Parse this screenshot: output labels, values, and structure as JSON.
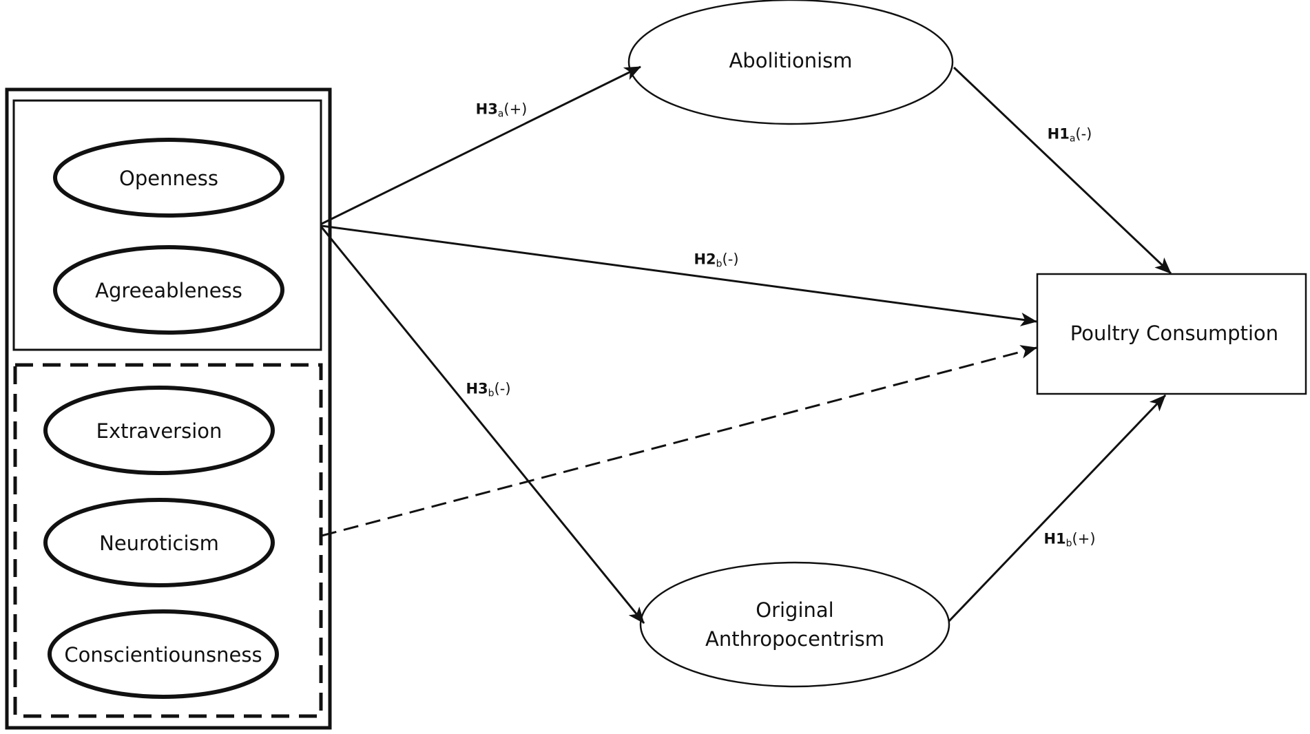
{
  "traits": {
    "openness": "Openness",
    "agreeableness": "Agreeableness",
    "extraversion": "Extraversion",
    "neuroticism": "Neuroticism",
    "conscientiousness": "Conscientiounsness"
  },
  "constructs": {
    "abolitionism": "Abolitionism",
    "original_anthropocentrism_line1": "Original",
    "original_anthropocentrism_line2": "Anthropocentrism",
    "poultry_consumption": "Poultry Consumption"
  },
  "hypotheses": {
    "h3a": {
      "code": "H3",
      "sub": "a",
      "sign": "(+)"
    },
    "h2b": {
      "code": "H2",
      "sub": "b",
      "sign": "(-)"
    },
    "h3b": {
      "code": "H3",
      "sub": "b",
      "sign": "(-)"
    },
    "h1a": {
      "code": "H1",
      "sub": "a",
      "sign": "(-)"
    },
    "h1b": {
      "code": "H1",
      "sub": "b",
      "sign": "(+)"
    }
  },
  "colors": {
    "stroke": "#111111",
    "background": "#ffffff"
  }
}
